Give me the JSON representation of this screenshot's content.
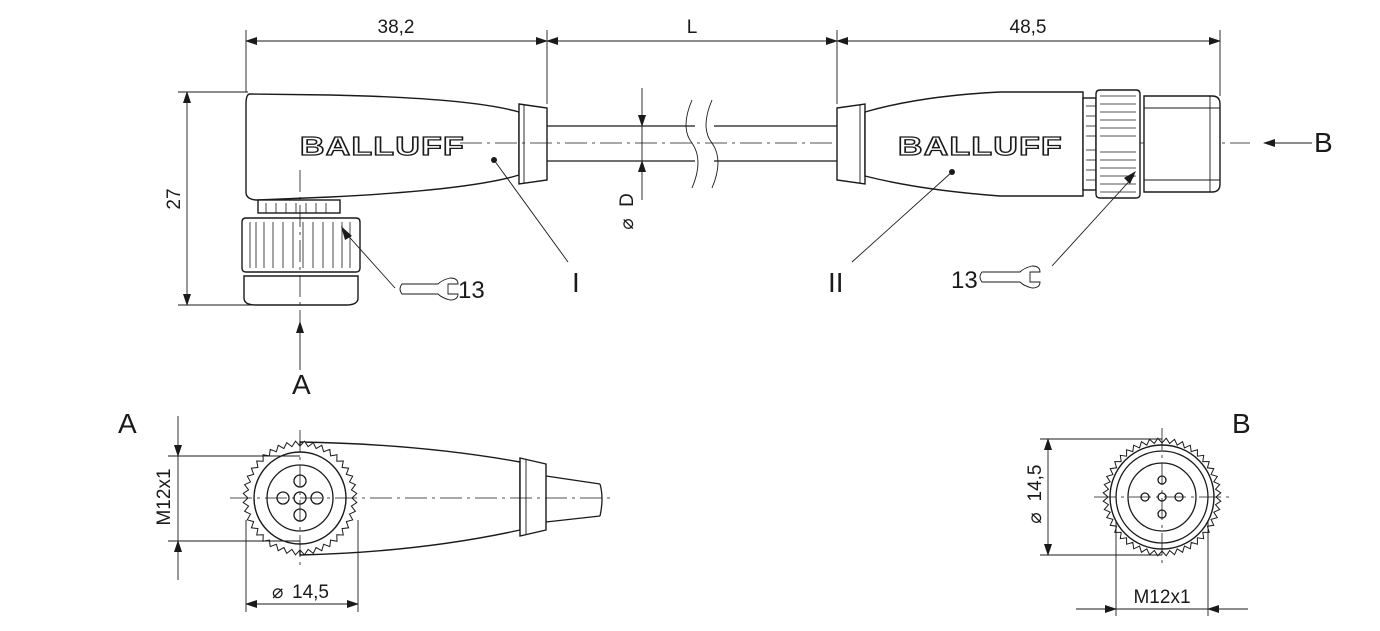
{
  "brand_text": "BALLUFF",
  "dimensions": {
    "left_connector_length": "38,2",
    "cable_length": "L",
    "right_connector_length": "48,5",
    "height": "27",
    "cable_diameter": "D",
    "diameter_symbol": "⌀",
    "thread_a": "M12x1",
    "diameter_a": "14,5",
    "thread_b": "M12x1",
    "diameter_b": "14,5"
  },
  "wrench_sizes": {
    "left": "13",
    "right": "13"
  },
  "labels": {
    "part_one": "I",
    "part_two": "II",
    "view_a_arrow": "A",
    "view_b_arrow": "B",
    "view_a_title": "A",
    "view_b_title": "B"
  },
  "colors": {
    "line": "#1a1a1a",
    "background": "#ffffff"
  }
}
